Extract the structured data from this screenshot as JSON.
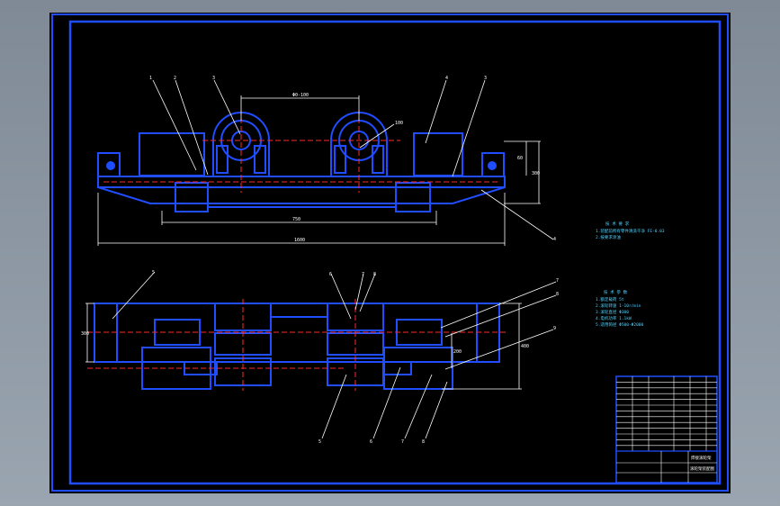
{
  "drawing": {
    "background": "#000000",
    "frame_color": "#1f4dff",
    "centerline_color": "#ff2a2a",
    "dimension_color": "#ffffff",
    "note_color": "#4fd3ff"
  },
  "front_view": {
    "part_numbers": [
      "1",
      "2",
      "3",
      "4",
      "3",
      "4"
    ],
    "leader_right": "4",
    "dim_top": "Φ0-100",
    "dim_mid": "750",
    "dim_total": "1600",
    "dim_h1": "60",
    "dim_h2": "300",
    "dim_center": "100"
  },
  "plan_view": {
    "part_numbers_top": [
      "5",
      "6",
      "7",
      "8"
    ],
    "part_numbers_right": [
      "7",
      "8",
      "9"
    ],
    "part_numbers_bottom": [
      "5",
      "6",
      "7",
      "8"
    ],
    "dim_left": "300",
    "dim_right": "400",
    "dim_right_inner": "200"
  },
  "notes": {
    "block1_title": "技 术 要 求",
    "block1_lines": [
      "1.装配前所有零件清洗干净 FE-0.03",
      "2.按要求涂油"
    ],
    "block2_title": "技 术 参 数",
    "block2_lines": [
      "1.额定载荷 5t",
      "2.滚轮转速 1-10r/min",
      "3.滚轮直径 Φ300",
      "4.电机功率 1.1kW",
      "5.适用筒径 Φ500-Φ2000"
    ]
  },
  "title_block": {
    "part_title": "焊接滚轮架",
    "drawing_title": "滚轮架装配图"
  }
}
